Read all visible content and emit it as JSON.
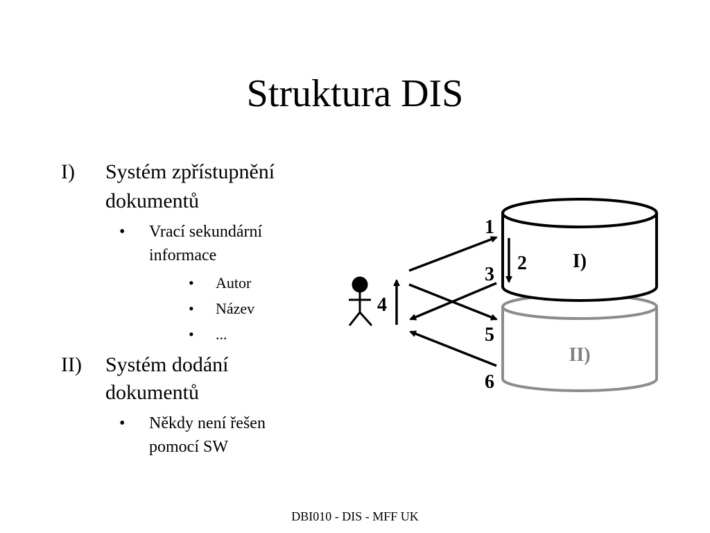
{
  "title": "Struktura DIS",
  "outline": {
    "item1": {
      "marker": "I)",
      "lines": [
        "Systém zpřístupnění",
        "dokumentů"
      ],
      "sub": {
        "marker": "•",
        "lines": [
          "Vrací sekundární",
          "informace"
        ],
        "subsub": [
          {
            "marker": "•",
            "text": "Autor"
          },
          {
            "marker": "•",
            "text": "Název"
          },
          {
            "marker": "•",
            "text": "..."
          }
        ]
      }
    },
    "item2": {
      "marker": "II)",
      "lines": [
        "Systém dodání",
        "dokumentů"
      ],
      "sub": {
        "marker": "•",
        "lines": [
          "Někdy není řešen",
          "pomocí SW"
        ]
      }
    }
  },
  "diagram": {
    "db_top_label": "I)",
    "db_bottom_label": "II)",
    "step_labels": [
      "1",
      "2",
      "3",
      "4",
      "5",
      "6"
    ],
    "colors": {
      "top_db": "#000000",
      "bottom_db": "#8c8c8c",
      "bottom_label": "#808080"
    }
  },
  "footer": "DBI010 - DIS - MFF UK"
}
